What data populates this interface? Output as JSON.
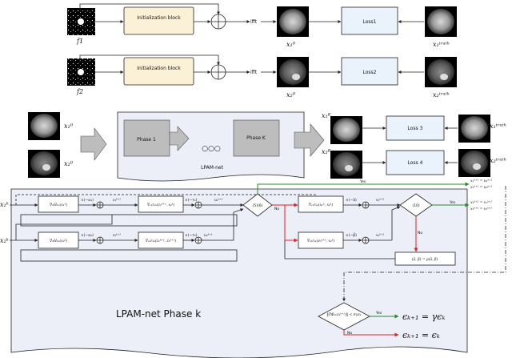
{
  "top": {
    "row1": {
      "input_label": "f1",
      "block_label": "Initialization block",
      "ifft": "ifft",
      "x_label": "x₁⁰",
      "loss": "Loss1",
      "truth_label": "x₁ᵗʳᵘᵗʰ"
    },
    "row2": {
      "input_label": "f2",
      "block_label": "Initialization block",
      "ifft": "ifft",
      "x_label": "x₂⁰",
      "loss": "Loss2",
      "truth_label": "x₂ᵗʳᵘᵗʰ"
    }
  },
  "middle": {
    "inputs": [
      "x₁⁰",
      "x₂⁰"
    ],
    "phase1": "Phase 1",
    "dots": "○○○",
    "phaseK": "Phase K",
    "net_label": "LPAM-net",
    "outputs": [
      "x₁ᴷ",
      "x₂ᴷ"
    ],
    "loss3": "Loss 3",
    "loss4": "Loss 4",
    "truths": [
      "x₁ᵗʳᵘᵗʰ",
      "x₂ᵗʳᵘᵗʰ"
    ]
  },
  "bottom": {
    "title": "LPAM-net Phase k",
    "inputs": [
      "x₁ᵏ",
      "x₂ᵏ"
    ],
    "grad_h1": "∇₁H₁ᵤ(x₁ᵏ)",
    "grad_h2": "∇₂H₂ᵤ(x₂ᵏ)",
    "scale_a1": "×(−α₁)",
    "scale_a2": "×(−α₂)",
    "z1": "z₁ᵏ⁺¹",
    "z2": "z₂ᵏ⁺¹",
    "grad_r1": "∇ₓ₁rₑₖ(z₁ᵏ⁺¹, x₂ᵏ)",
    "grad_r2": "∇ₓ₂rₑₖ(z₁ᵏ⁺¹, z₂ᵏ⁺¹)",
    "scale_t1": "×(−τ₁)",
    "scale_t2": "×(−τ₂)",
    "u1": "u₁ᵏ⁺¹",
    "u2": "u₂ᵏ⁺¹",
    "cond56": "(5)(6)",
    "grad_v1": "∇ₓ₁rₑₖ(x₁ᵏ, x₂ᵏ)",
    "grad_v2": "∇ₓ₂rₑₖ(v₁ᵏ⁺¹, x₂ᵏ)",
    "scale_ab": "×(−ā)",
    "scale_bb": "×(−β̄)",
    "v1": "v₁ᵏ⁺¹",
    "v2": "v₂ᵏ⁺¹",
    "cond10": "(10)",
    "update_ab": "(ā, β̄) = ρ(ā, β̄)",
    "yes": "Yes",
    "no": "No",
    "out1": "x₁ᵏ⁺¹ = u₁ᵏ⁺¹",
    "out2": "x₂ᵏ⁺¹ = u₂ᵏ⁺¹",
    "out3": "x₁ᵏ⁺¹ = v₁ᵏ⁺¹",
    "out4": "x₂ᵏ⁺¹ = v₂ᵏ⁺¹",
    "cond_eps": "‖∇Φₑₖ(xᵏ⁺¹)‖ < σγεₖ",
    "eps_yes": "ϵₖ₊₁ = γϵₖ",
    "eps_no": "ϵₖ₊₁ = ϵₖ"
  },
  "colors": {
    "init_block": "#fbf1d6",
    "loss_block": "#eaf2fb",
    "yes_path": "#2a8a2a",
    "no_path": "#d62828",
    "net_panel": "#eceef8"
  }
}
